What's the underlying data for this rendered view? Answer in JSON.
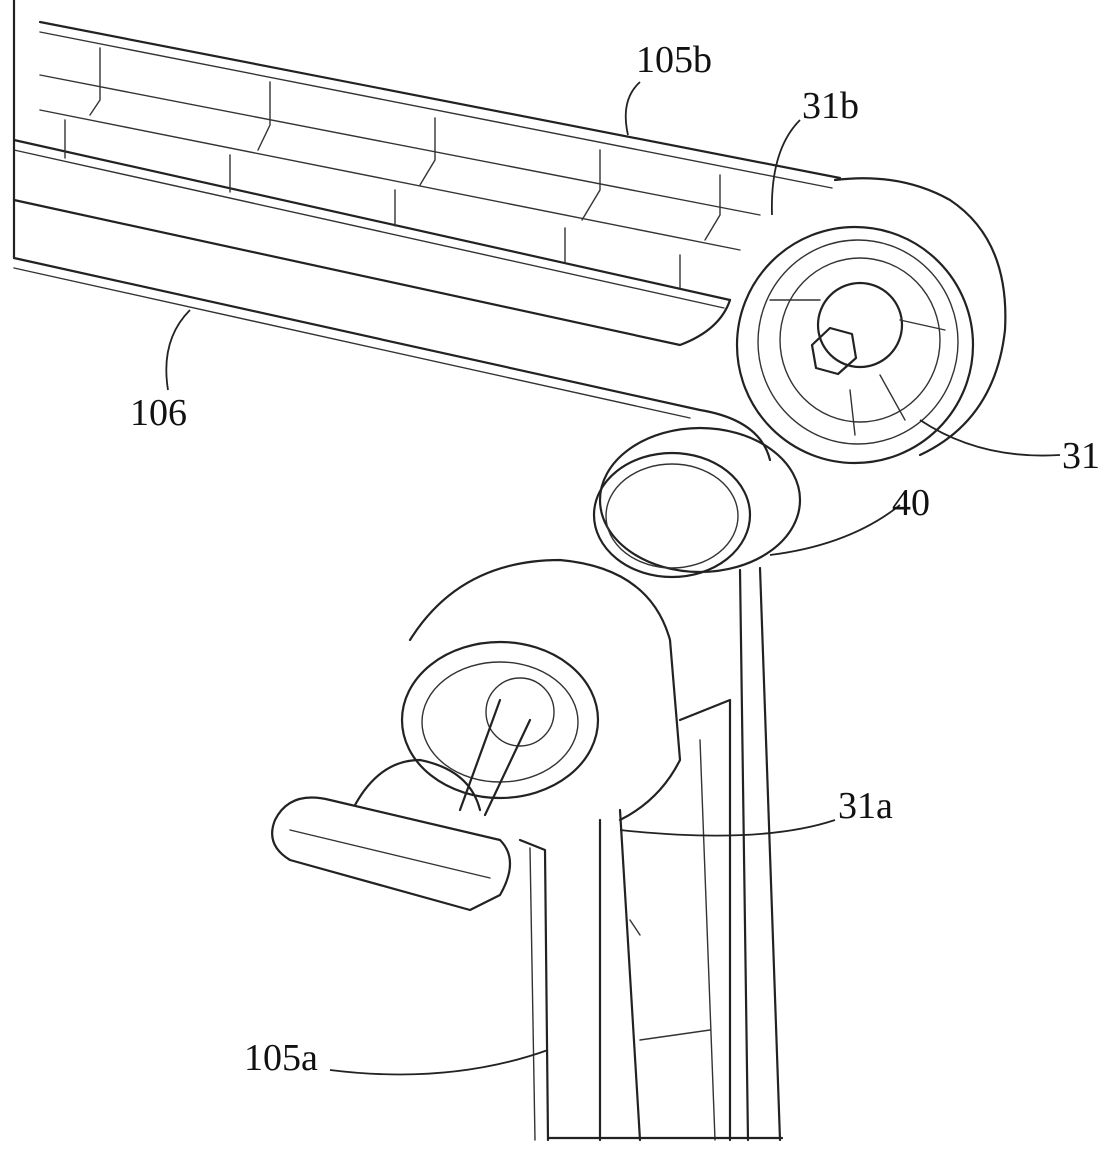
{
  "labels": {
    "frame_top": "105b",
    "bracket_top": "31b",
    "beam": "106",
    "roller": "31",
    "belt": "40",
    "bracket_bottom": "31a",
    "frame_bottom": "105a"
  }
}
